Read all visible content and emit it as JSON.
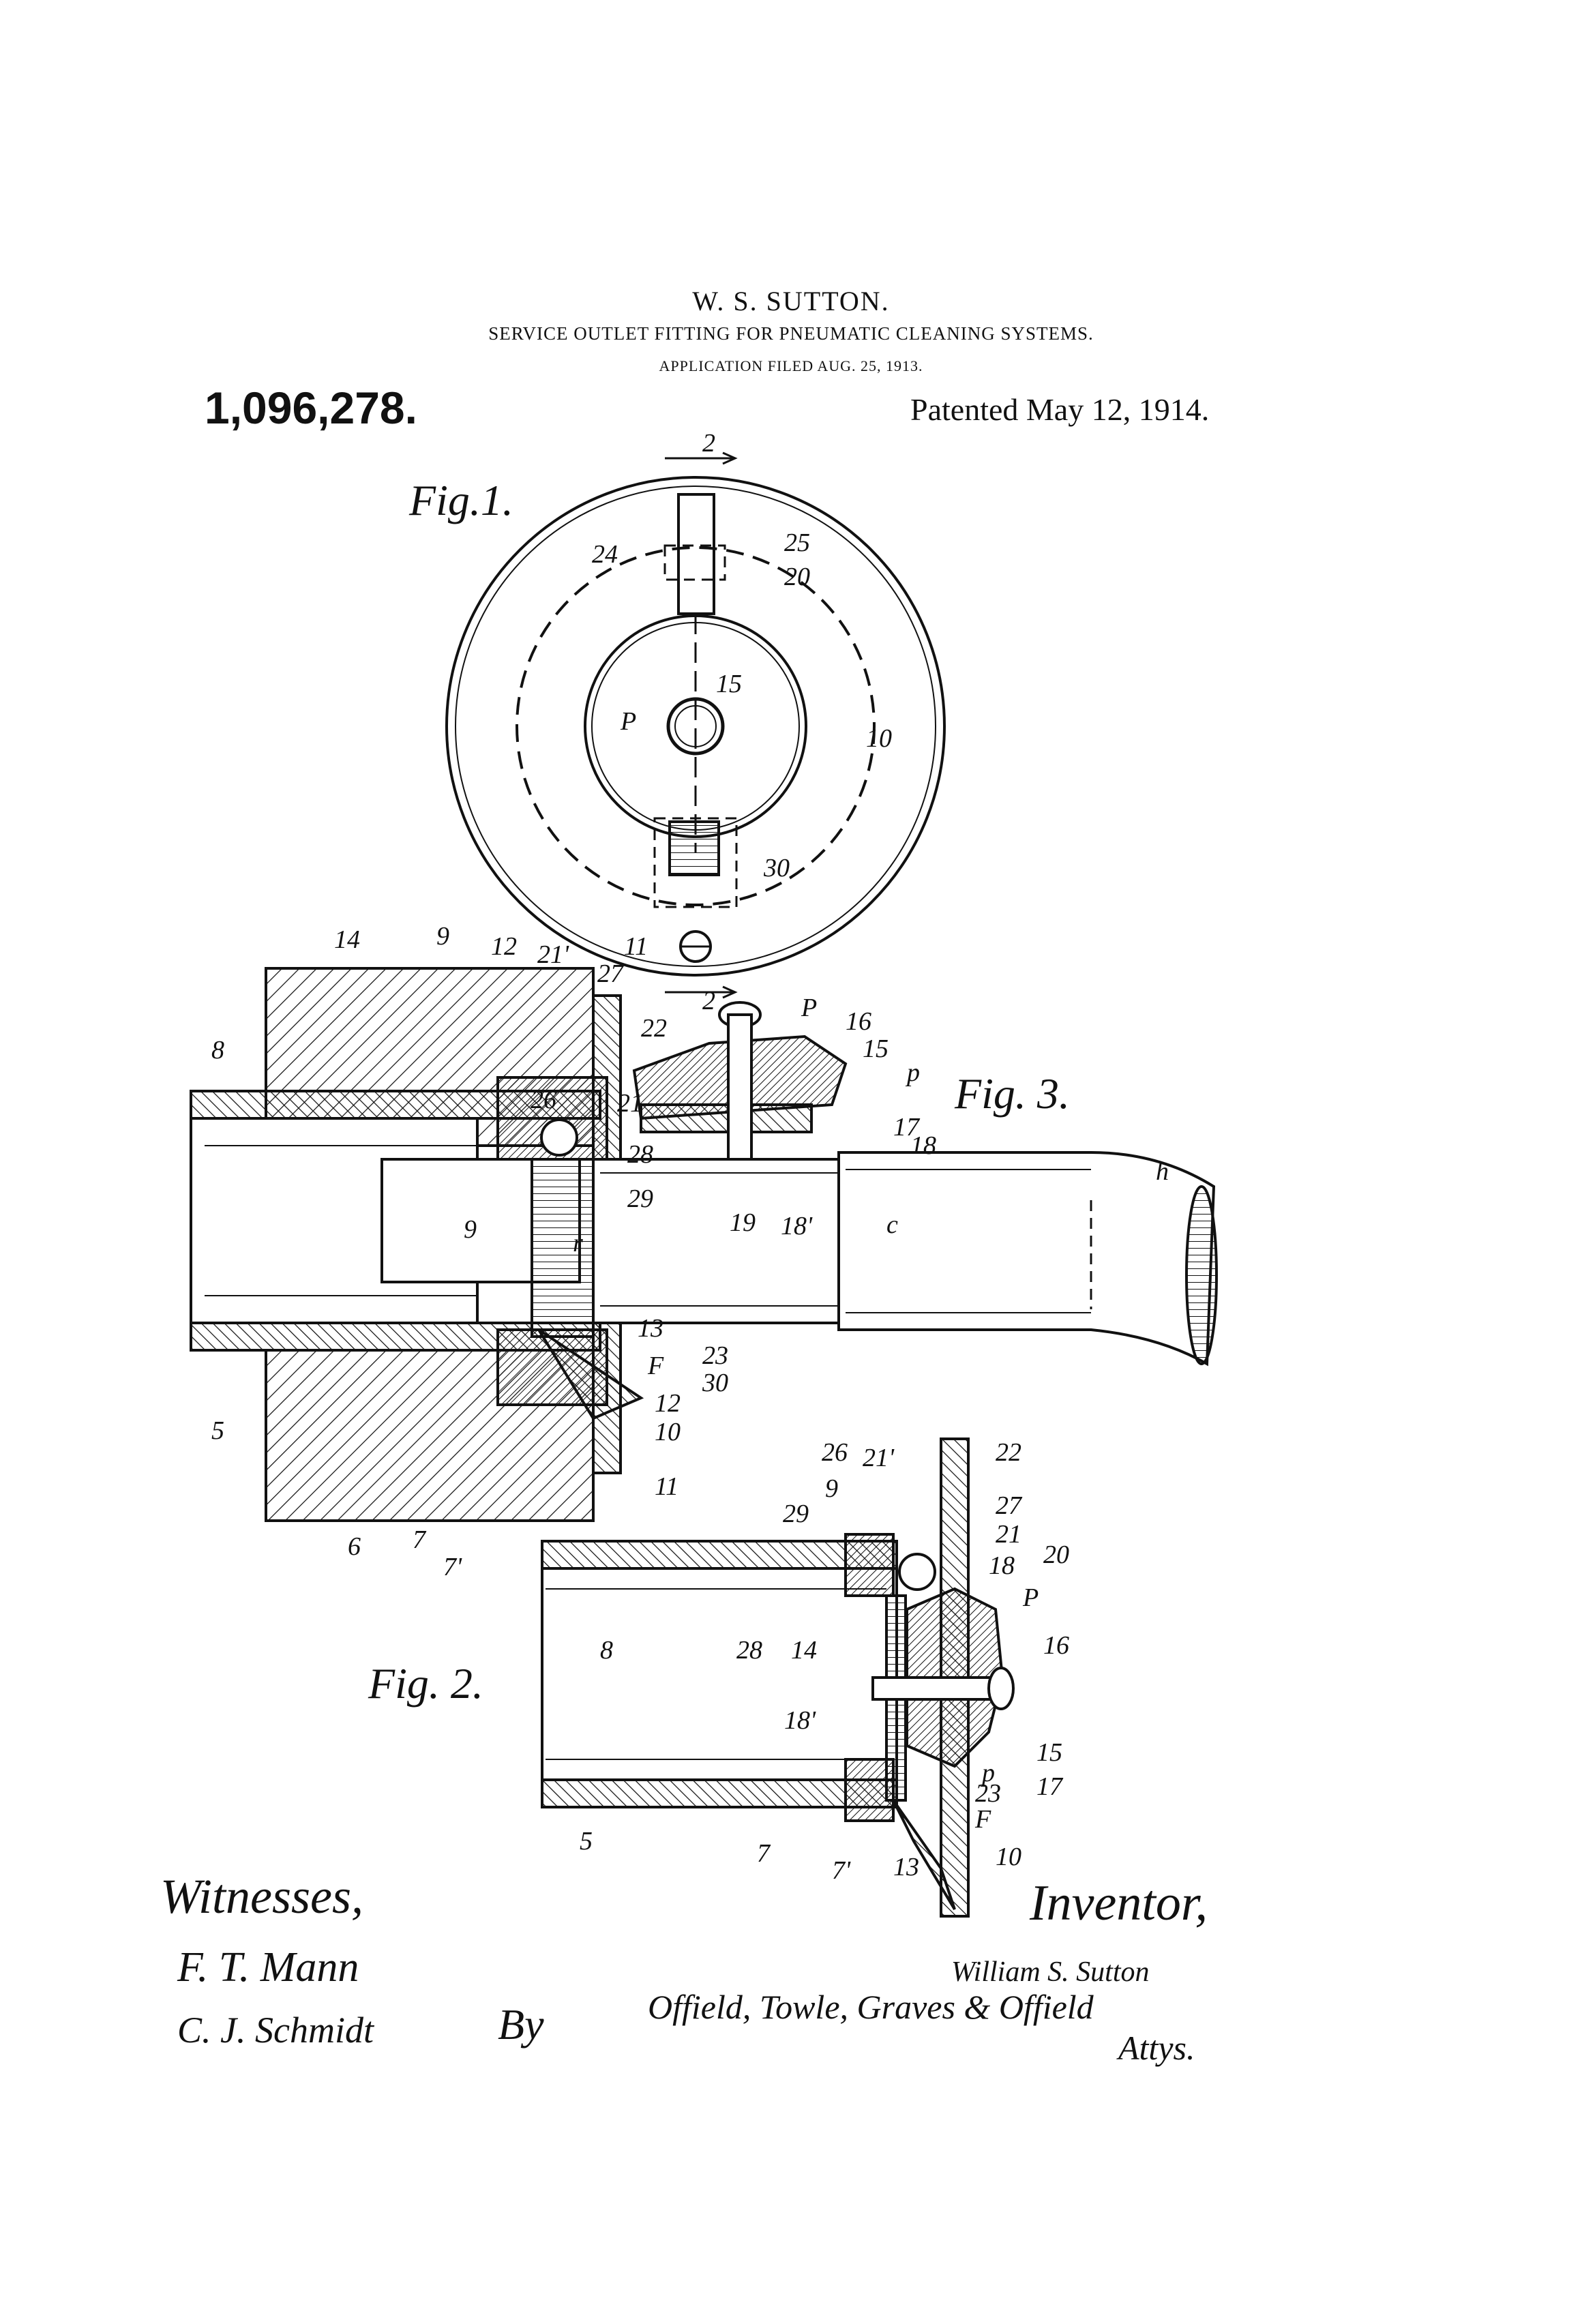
{
  "header": {
    "inventor": "W. S. SUTTON.",
    "title": "SERVICE OUTLET FITTING FOR PNEUMATIC CLEANING SYSTEMS.",
    "filed": "APPLICATION FILED AUG. 25, 1913.",
    "number": "1,096,278.",
    "patented": "Patented May 12, 1914."
  },
  "figures": {
    "fig1": {
      "label": "Fig.1.",
      "section_mark": "2",
      "refs": [
        "24",
        "25",
        "20",
        "15",
        "P",
        "10",
        "30",
        "11",
        "2"
      ]
    },
    "fig3": {
      "label": "Fig. 3.",
      "refs": [
        "14",
        "9",
        "12",
        "21'",
        "27",
        "22",
        "P",
        "16",
        "15",
        "p",
        "8",
        "26",
        "21",
        "17",
        "18",
        "h",
        "28",
        "29",
        "9",
        "r",
        "19",
        "18'",
        "c",
        "13",
        "23",
        "F",
        "30",
        "12",
        "10",
        "11",
        "5",
        "6",
        "7",
        "7'"
      ]
    },
    "fig2": {
      "label": "Fig. 2.",
      "refs": [
        "26",
        "21'",
        "22",
        "9",
        "27",
        "29",
        "21",
        "20",
        "18",
        "8",
        "P",
        "28",
        "14",
        "16",
        "18'",
        "15",
        "p",
        "17",
        "23",
        "F",
        "5",
        "7",
        "7'",
        "13",
        "10"
      ]
    }
  },
  "signatures": {
    "witnesses_label": "Witnesses,",
    "witness_1": "F. T. Mann",
    "witness_2": "C. J. Schmidt",
    "by": "By",
    "attorneys": "Offield, Towle, Graves & Offield",
    "attys": "Attys.",
    "inventor_label": "Inventor,",
    "inventor_signature": "William S. Sutton"
  },
  "colors": {
    "ink": "#111111",
    "paper": "#ffffff"
  }
}
